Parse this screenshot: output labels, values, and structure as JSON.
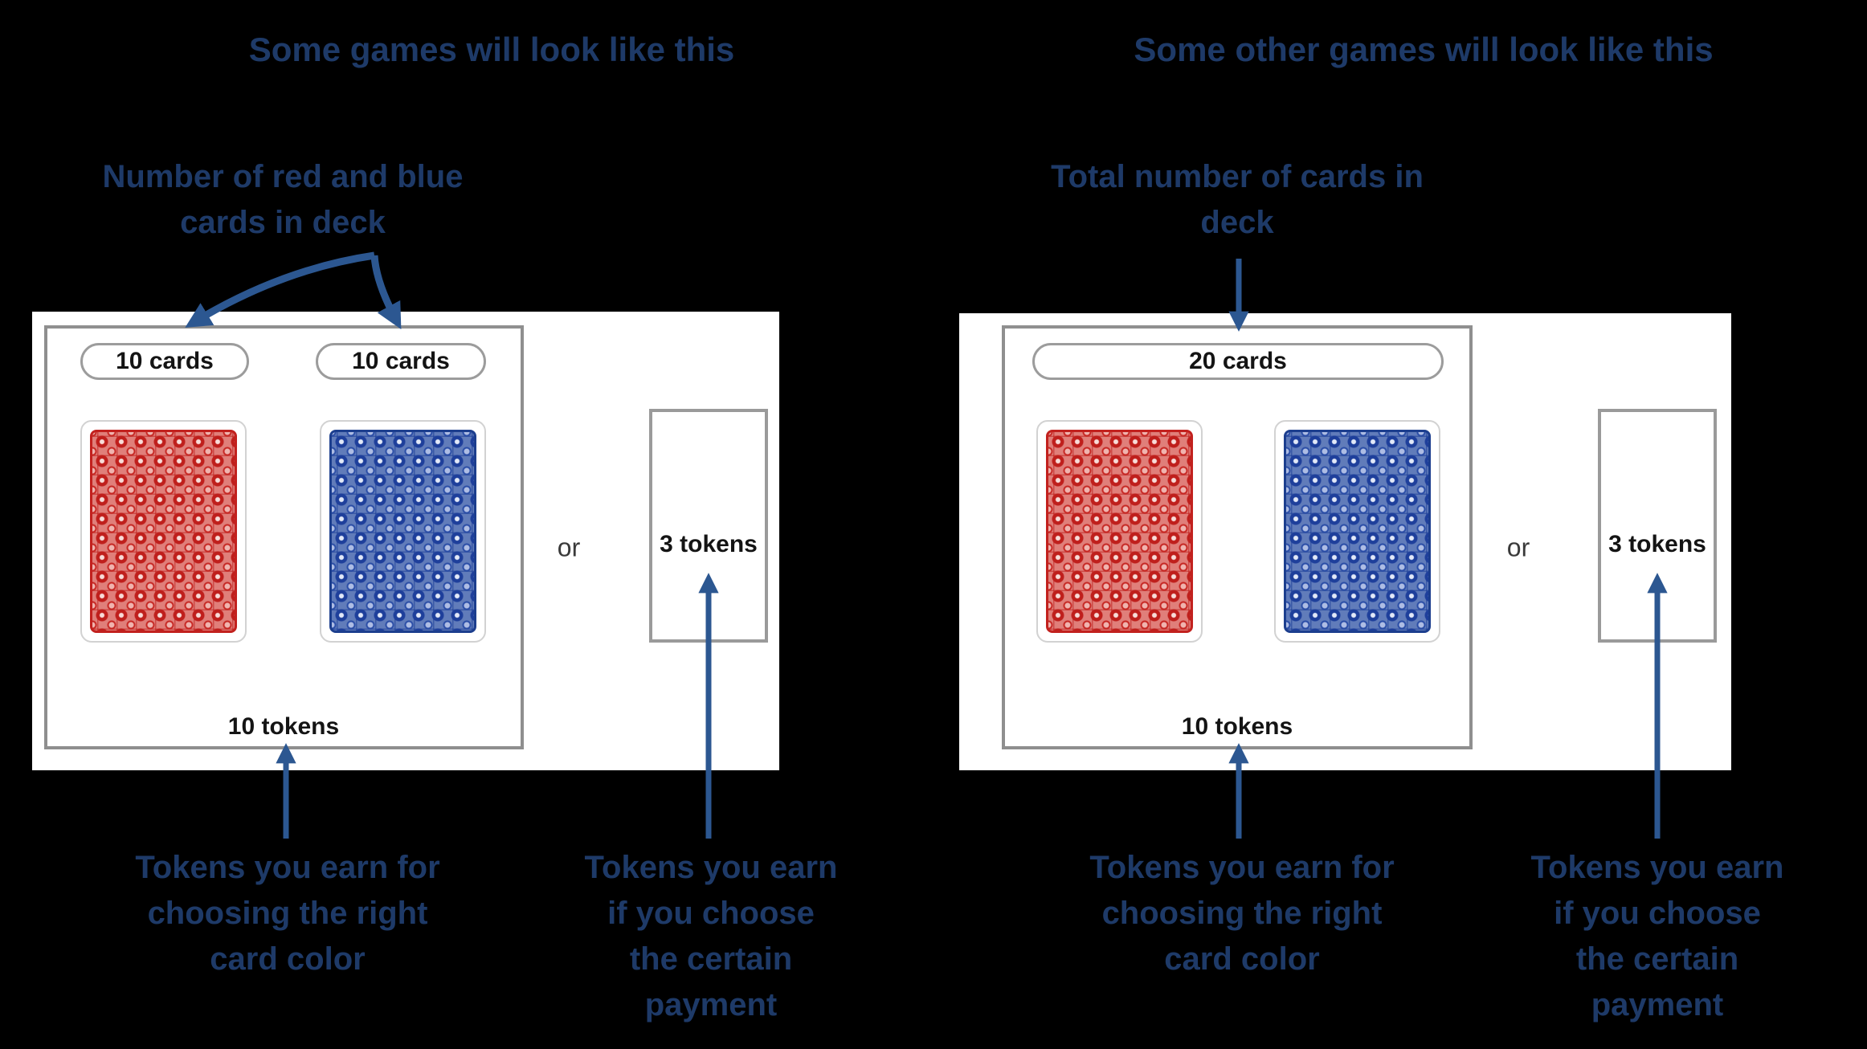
{
  "figure": {
    "background": "#000000",
    "text_navy": "#1e3a68",
    "arrow_blue": "#2c5791",
    "border_gray": "#8f8f8f",
    "card_red": "#c2211e",
    "card_blue": "#1c3e8e"
  },
  "left": {
    "title": "Some games will look like this",
    "top_annotation": [
      "Number of red and blue",
      "cards in deck"
    ],
    "deck_labels": [
      "10 cards",
      "10 cards"
    ],
    "tokens_earned": "10 tokens",
    "or_label": "or",
    "certain_payment": "3 tokens",
    "bottom_annotation_tokens": [
      "Tokens you earn for",
      "choosing the right",
      "card color"
    ],
    "bottom_annotation_certain": [
      "Tokens you earn",
      "if you choose",
      "the certain",
      "payment"
    ]
  },
  "right": {
    "title": "Some other games will look like this",
    "top_annotation": [
      "Total number of cards in",
      "deck"
    ],
    "deck_labels": [
      "20 cards"
    ],
    "tokens_earned": "10 tokens",
    "or_label": "or",
    "certain_payment": "3 tokens",
    "bottom_annotation_tokens": [
      "Tokens you earn for",
      "choosing the right",
      "card color"
    ],
    "bottom_annotation_certain": [
      "Tokens you earn",
      "if you choose",
      "the certain",
      "payment"
    ]
  }
}
